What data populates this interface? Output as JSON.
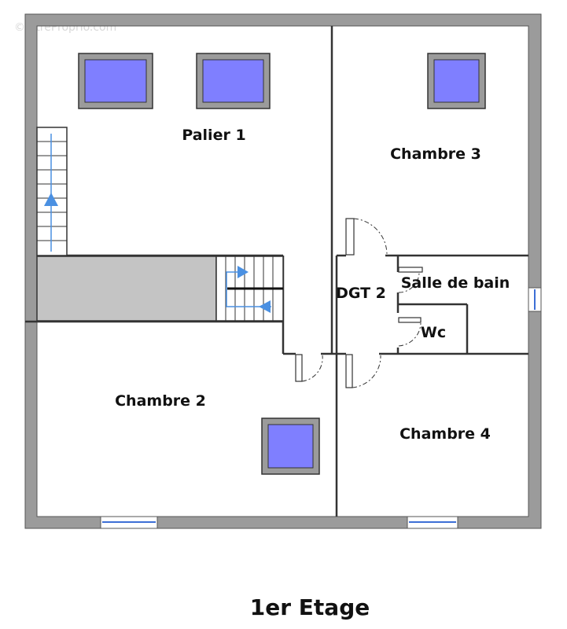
{
  "watermark": "© EtreProprio.com",
  "title": "1er Etage",
  "rooms": {
    "palier": "Palier 1",
    "chambre3": "Chambre 3",
    "dgt": "DGT 2",
    "salle_de_bain": "Salle de bain",
    "wc": "Wc",
    "chambre2": "Chambre 2",
    "chambre4": "Chambre 4"
  },
  "colors": {
    "wall": "#9b9b9b",
    "wall_edge": "#555555",
    "skylight": "#7f7fff",
    "landing": "#c4c4c4",
    "stair_arrow": "#4a90e2",
    "window": "#3d6fd6"
  }
}
